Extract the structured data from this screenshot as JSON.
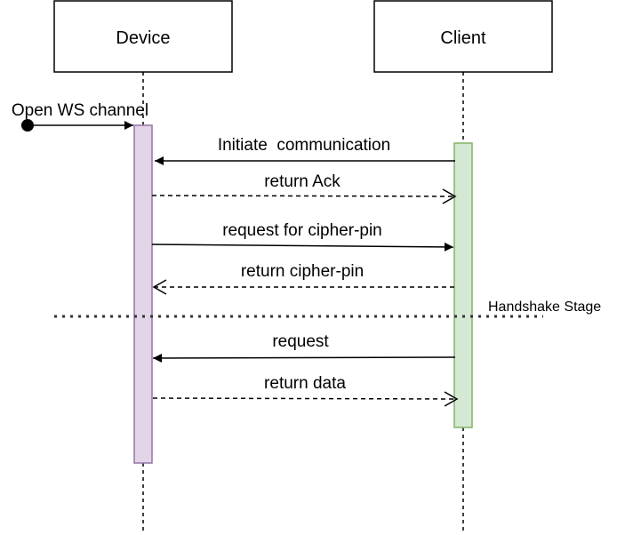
{
  "participants": {
    "device": {
      "label": "Device"
    },
    "client": {
      "label": "Client"
    }
  },
  "found_message": {
    "label": "Open WS channel"
  },
  "messages": [
    {
      "label": "Initiate  communication",
      "from": "client",
      "to": "device",
      "style": "solid"
    },
    {
      "label": "return Ack",
      "from": "device",
      "to": "client",
      "style": "dashed"
    },
    {
      "label": "request for cipher-pin",
      "from": "device",
      "to": "client",
      "style": "solid"
    },
    {
      "label": "return cipher-pin",
      "from": "client",
      "to": "device",
      "style": "dashed"
    },
    {
      "label": "request",
      "from": "client",
      "to": "device",
      "style": "solid"
    },
    {
      "label": "return data",
      "from": "device",
      "to": "client",
      "style": "dashed"
    }
  ],
  "divider": {
    "label": "Handshake Stage"
  },
  "colors": {
    "device_activation_fill": "#e1d5e7",
    "device_activation_stroke": "#9673a6",
    "client_activation_fill": "#d5e8d4",
    "client_activation_stroke": "#82b366",
    "line": "#000000",
    "divider": "#333333"
  }
}
